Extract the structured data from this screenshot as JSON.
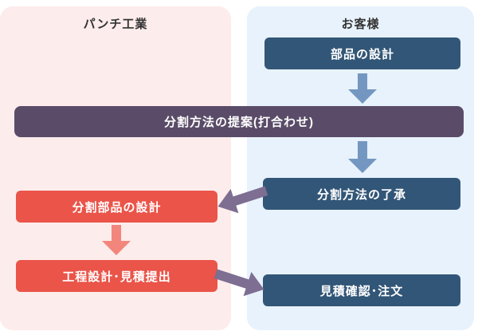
{
  "diagram": {
    "lanes": [
      {
        "title": "パンチ工業"
      },
      {
        "title": "お客様"
      }
    ],
    "flow": {
      "parts_design": "部品の設計",
      "proposal": "分割方法の提案(打合わせ)",
      "approval": "分割方法の了承",
      "split_design": "分割部品の設計",
      "process_estimate": "工程設計･見積提出",
      "confirm_order": "見積確認･注文"
    },
    "arrows": [
      {
        "icon": "arrow-down-icon",
        "from": "parts_design",
        "to": "proposal"
      },
      {
        "icon": "arrow-down-icon",
        "from": "proposal",
        "to": "approval"
      },
      {
        "icon": "arrow-down-left-icon",
        "from": "approval",
        "to": "split_design"
      },
      {
        "icon": "arrow-down-icon",
        "from": "split_design",
        "to": "process_estimate"
      },
      {
        "icon": "arrow-down-right-icon",
        "from": "process_estimate",
        "to": "confirm_order"
      }
    ]
  },
  "colors": {
    "lane_left_bg": "#fdecec",
    "lane_right_bg": "#e8f2fc",
    "box_blue": "#325677",
    "box_red": "#ea5449",
    "box_purple": "#5a4c68",
    "box_text": "#ffffff",
    "arrow_blue": "#7397c1",
    "arrow_red": "#f2867c",
    "arrow_purple": "#7d6e92",
    "heading_text": "#333333"
  }
}
